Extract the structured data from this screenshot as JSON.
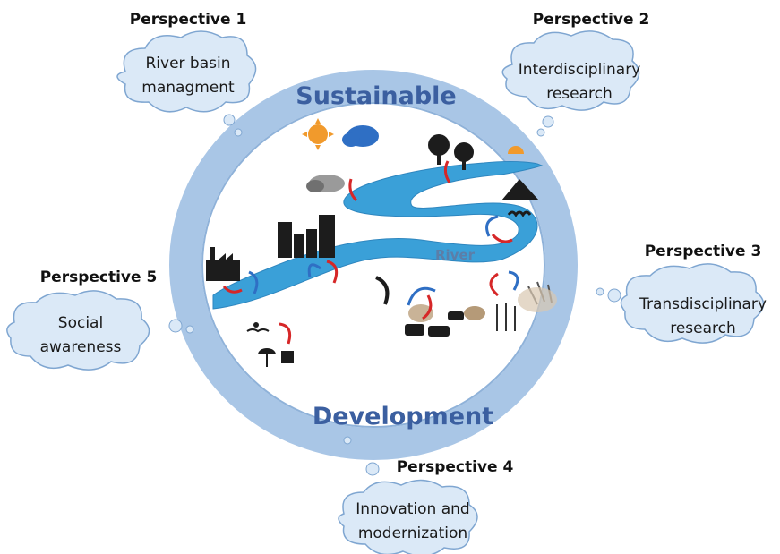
{
  "ring": {
    "top_label": "Sustainable",
    "bottom_label": "Development",
    "color": "#a9c6e6",
    "text_color": "#3b5fa0"
  },
  "river": {
    "label": "River",
    "color": "#3aa0d8"
  },
  "cloud_color": "#dbe9f7",
  "perspectives": [
    {
      "title": "Perspective 1",
      "lines": [
        "River basin",
        "managment"
      ]
    },
    {
      "title": "Perspective 2",
      "lines": [
        "Interdisciplinary",
        "research"
      ]
    },
    {
      "title": "Perspective 3",
      "lines": [
        "Transdisciplinary",
        "research"
      ]
    },
    {
      "title": "Perspective 4",
      "lines": [
        "Innovation and",
        "modernization"
      ]
    },
    {
      "title": "Perspective 5",
      "lines": [
        "Social",
        "awareness"
      ]
    }
  ],
  "icons": [
    "sun-icon",
    "rain-cloud-icon",
    "storm-cloud-icon",
    "trees-icon",
    "mountain-icon",
    "buildings-icon",
    "factory-icon",
    "swimmer-icon",
    "beach-umbrella-icon",
    "livestock-icon",
    "crops-icon",
    "wetland-icon",
    "cycle-arrow-icon"
  ]
}
